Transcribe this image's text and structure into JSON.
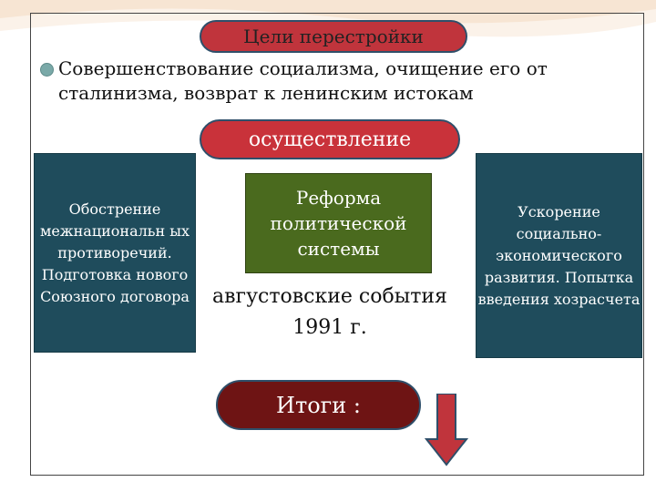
{
  "slide": {
    "title_pill": "Цели перестройки",
    "goal_bullet": "Совершенствование социализма, очищение его от сталинизма, возврат к ленинским истокам",
    "implementation_pill": "осуществление",
    "left_box": "Обострение межнациональн ых противоречий. Подготовка нового Союзного договора",
    "center_box": "Реформа политической системы",
    "center_text": "августовские события 1991 г.",
    "right_box": "Ускорение социально-экономического развития. Попытка введения хозрасчета",
    "results_pill": "Итоги :"
  },
  "colors": {
    "title_pill": "#c0343c",
    "implementation_pill": "#c9323a",
    "side_boxes": "#1f4c5c",
    "center_box": "#4a6a1e",
    "results_pill": "#6e1414",
    "arrow": "#c0343c"
  },
  "icons": [
    "bullet-dot-icon",
    "down-arrow-icon"
  ]
}
